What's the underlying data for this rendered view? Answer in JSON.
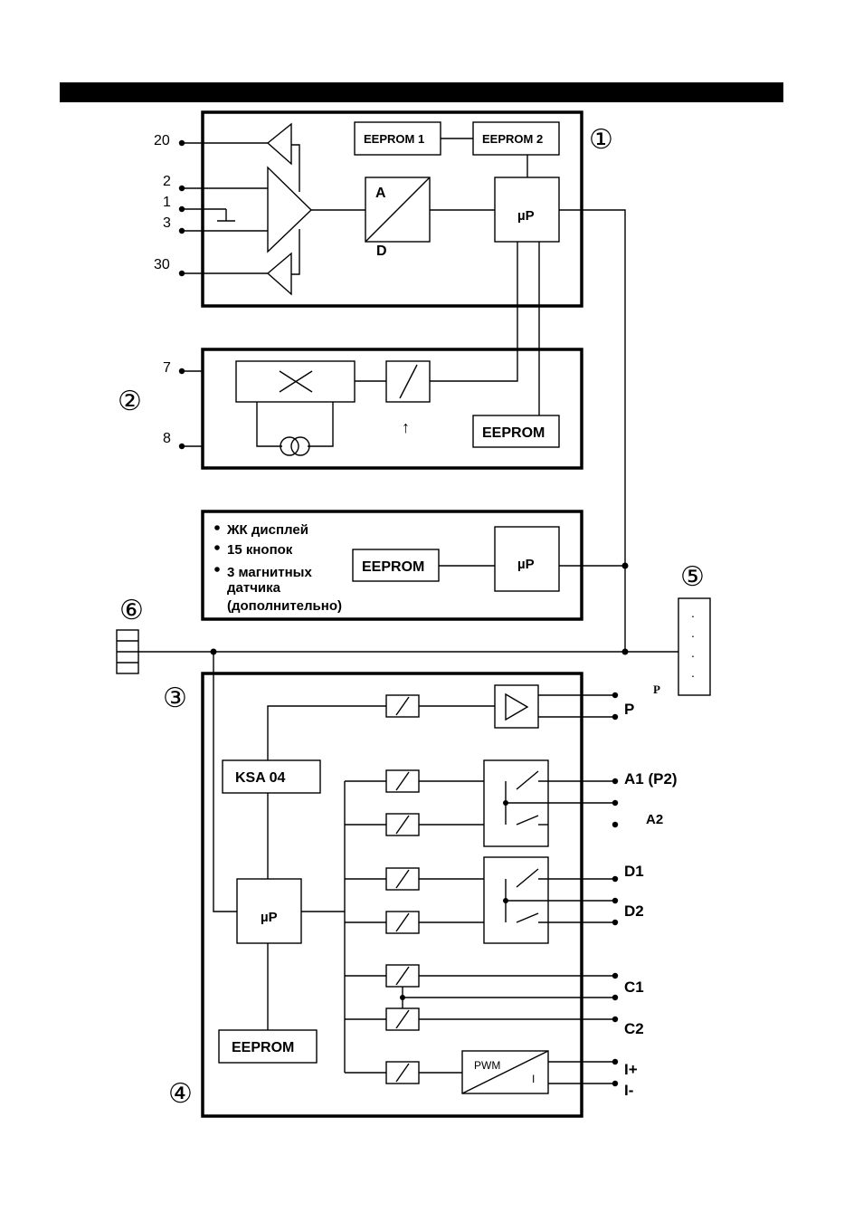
{
  "terminals": {
    "t20": "20",
    "t2": "2",
    "t1": "1",
    "t3": "3",
    "t30": "30",
    "t7": "7",
    "t8": "8"
  },
  "module1": {
    "number": "①",
    "eeprom1": "EEPROM 1",
    "eeprom2": "EEPROM 2",
    "adc_a": "A",
    "adc_d": "D",
    "up": "µP"
  },
  "module2": {
    "number": "②",
    "eeprom": "EEPROM",
    "arrow": "↑"
  },
  "display": {
    "items": [
      "ЖК дисплей",
      "15 кнопок",
      "3 магнитных"
    ],
    "item_cont": [
      "датчика",
      "(дополнительно)"
    ],
    "eeprom": "EEPROM",
    "up": "µP"
  },
  "module3": {
    "number": "③",
    "ksa": "KSA 04",
    "up": "µP",
    "eeprom": "EEPROM",
    "pwm": "PWM",
    "pwm_i": "I"
  },
  "module4": {
    "number": "④"
  },
  "connector5": {
    "number": "⑤",
    "dots": [
      ".",
      ".",
      ".",
      "."
    ]
  },
  "connector6": {
    "number": "⑥"
  },
  "outputs": {
    "p_small": "P",
    "p": "P",
    "a1": "A1 (P2)",
    "a2": "A2",
    "d1": "D1",
    "d2": "D2",
    "c1": "C1",
    "c2": "C2",
    "i_plus": "I+",
    "i_minus": "I-"
  }
}
